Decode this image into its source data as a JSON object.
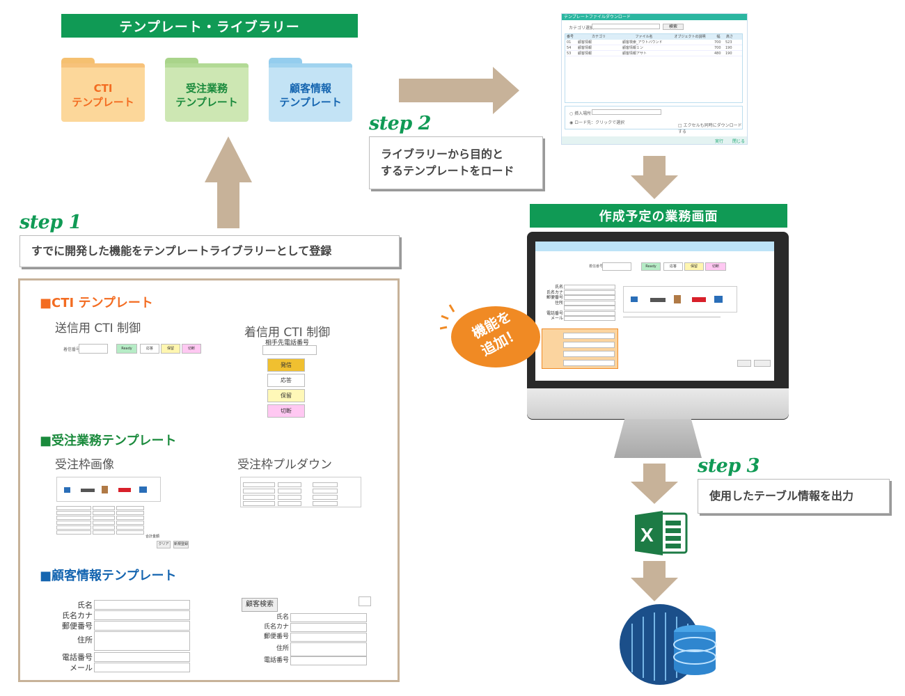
{
  "library": {
    "title": "テンプレート・ライブラリー",
    "folders": [
      {
        "line1": "CTI",
        "line2": "テンプレート",
        "color": "#f36c21",
        "fill": "#fcd79a"
      },
      {
        "line1": "受注業務",
        "line2": "テンプレート",
        "color": "#1a8a3c",
        "fill": "#cde7b3"
      },
      {
        "line1": "顧客情報",
        "line2": "テンプレート",
        "color": "#1565b0",
        "fill": "#c3e3f5"
      }
    ]
  },
  "step1": {
    "label": "step 1",
    "caption": "すでに開発した機能をテンプレートライブラリーとして登録"
  },
  "step2": {
    "label": "step 2",
    "caption_line1": "ライブラリーから目的と",
    "caption_line2": "するテンプレートをロード"
  },
  "step3": {
    "label": "step 3",
    "caption": "使用したテーブル情報を出力"
  },
  "dialog": {
    "title": "テンプレートファイルダウンロード",
    "category_label": "カテゴリ選択",
    "search_button": "検索",
    "columns": [
      "番号",
      "カテゴリ",
      "ファイル名",
      "オブジェクトの説明",
      "幅",
      "高さ"
    ],
    "rows": [
      [
        "01",
        "顧客情報",
        "顧客検索_アウトバウンド",
        "",
        "700",
        "523"
      ],
      [
        "54",
        "顧客情報",
        "顧客情報１ン",
        "",
        "700",
        "190"
      ],
      [
        "53",
        "顧客情報",
        "顧客情報アサト",
        "",
        "480",
        "190"
      ]
    ],
    "option1": "挿入場所",
    "option2": "ロード先：クリックで選択",
    "checkbox": "エクセルも同時にダウンロードする",
    "run_button": "実行",
    "close_button": "閉じる"
  },
  "screen": {
    "title": "作成予定の業務画面",
    "badge_line1": "機能を",
    "badge_line2": "追加！",
    "phone_label": "着信番号",
    "cti_buttons": [
      "Ready",
      "応答",
      "保留",
      "切断"
    ],
    "fields": [
      "氏名",
      "氏名カナ",
      "郵便番号",
      "住所",
      "",
      "電話番号",
      "メール"
    ]
  },
  "templates": {
    "cti": {
      "heading": "■CTI テンプレート",
      "outgoing": "送信用 CTI 制御",
      "incoming": "着信用 CTI 制御",
      "phone_label": "相手先電話番号",
      "buttons": [
        "発信",
        "応答",
        "保留",
        "切断"
      ],
      "colors": [
        "#f0c030",
        "#ffffff",
        "#fff8b8",
        "#ffc8f2"
      ],
      "small_phone_label": "着信番号",
      "small_buttons": [
        "Ready",
        "応答",
        "保留",
        "切断"
      ]
    },
    "order": {
      "heading": "■受注業務テンプレート",
      "image": "受注枠画像",
      "pulldown": "受注枠プルダウン",
      "clear": "クリア",
      "register": "新規登録",
      "total": "合計金額"
    },
    "customer": {
      "heading": "■顧客情報テンプレート",
      "fields": [
        "氏名",
        "氏名カナ",
        "郵便番号",
        "住所",
        "電話番号",
        "メール"
      ],
      "search_button": "顧客検索",
      "fields2": [
        "氏名",
        "氏名カナ",
        "郵便番号",
        "住所",
        "電話番号"
      ]
    }
  },
  "colors": {
    "green": "#109a55",
    "arrow": "#c7b299",
    "orange": "#f08a24",
    "cti": "#f36c21",
    "order": "#1a8a3c",
    "customer": "#1565b0"
  }
}
